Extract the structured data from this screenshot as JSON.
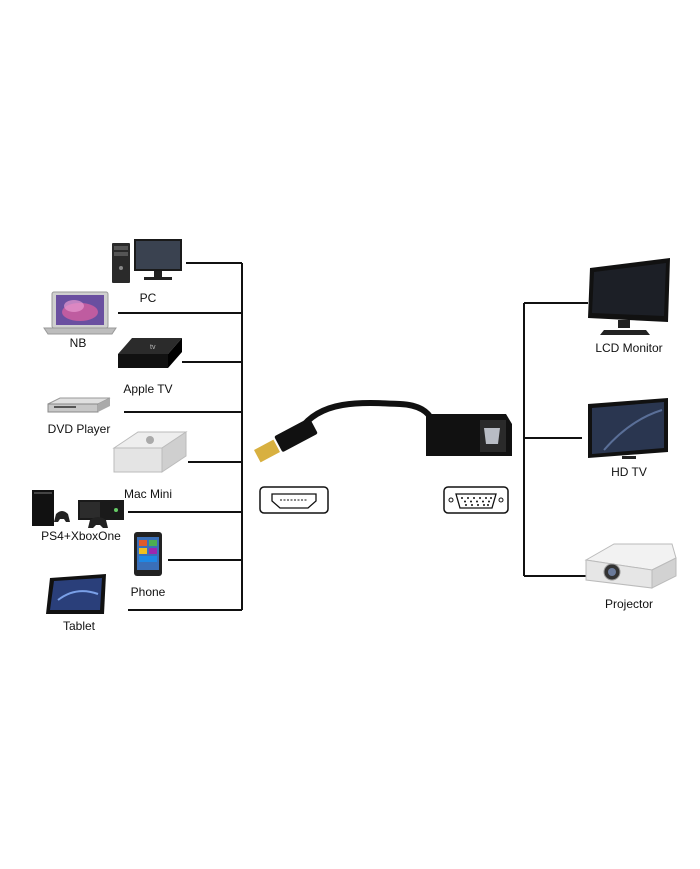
{
  "sources": [
    {
      "id": "pc",
      "label": "PC",
      "icon": "pc-tower-monitor-icon"
    },
    {
      "id": "nb",
      "label": "NB",
      "icon": "laptop-icon"
    },
    {
      "id": "apple-tv",
      "label": "Apple TV",
      "icon": "apple-tv-box-icon"
    },
    {
      "id": "dvd",
      "label": "DVD Player",
      "icon": "dvd-player-icon"
    },
    {
      "id": "mac-mini",
      "label": "Mac Mini",
      "icon": "mac-mini-icon"
    },
    {
      "id": "console",
      "label": "PS4+XboxOne",
      "icon": "game-consoles-icon"
    },
    {
      "id": "phone",
      "label": "Phone",
      "icon": "smartphone-icon"
    },
    {
      "id": "tablet",
      "label": "Tablet",
      "icon": "tablet-icon"
    }
  ],
  "outputs": [
    {
      "id": "lcd",
      "label": "LCD Monitor",
      "icon": "lcd-monitor-icon"
    },
    {
      "id": "hdtv",
      "label": "HD TV",
      "icon": "hd-tv-icon"
    },
    {
      "id": "projector",
      "label": "Projector",
      "icon": "projector-icon"
    }
  ],
  "adapter": {
    "input_port_icon": "hdmi-port-icon",
    "output_port_icon": "vga-port-icon",
    "body_icon": "hdmi-to-vga-adapter-icon"
  },
  "colors": {
    "line": "#111111",
    "device_dark": "#1a1a1a",
    "device_silver": "#d8d8d8",
    "screen_blue": "#2a4a8a"
  }
}
